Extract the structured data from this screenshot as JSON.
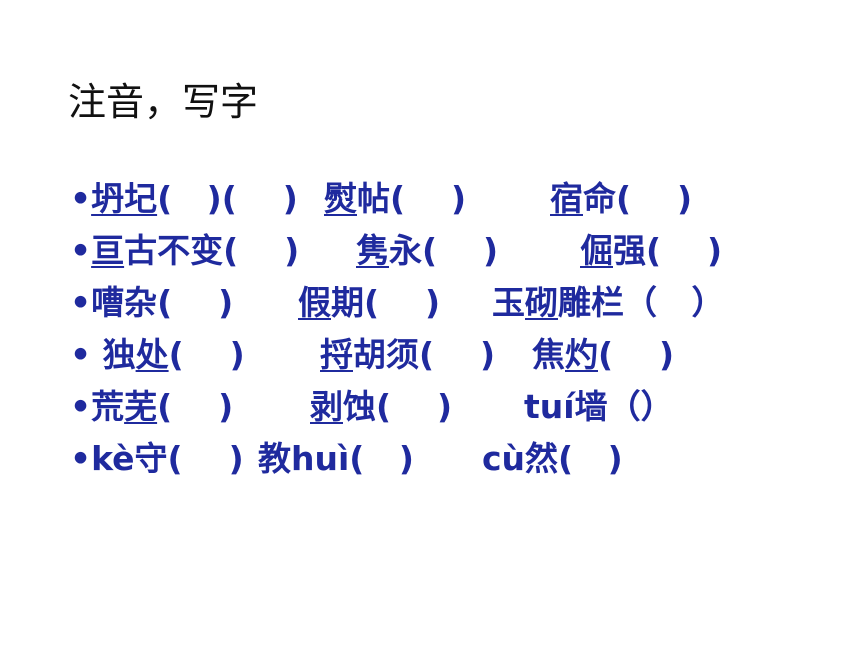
{
  "title": "注音，写字",
  "lines": [
    [
      {
        "parts": [
          {
            "t": "•",
            "u": false
          },
          {
            "t": "坍圮",
            "u": true
          },
          {
            "t": "(   )(    )",
            "u": false
          }
        ]
      },
      {
        "parts": [
          {
            "t": "熨",
            "u": true
          },
          {
            "t": "帖(    )",
            "u": false
          }
        ]
      },
      {
        "parts": [
          {
            "t": "宿",
            "u": true
          },
          {
            "t": "命(    )",
            "u": false
          }
        ]
      }
    ],
    [
      {
        "parts": [
          {
            "t": "•",
            "u": false
          },
          {
            "t": "亘",
            "u": true
          },
          {
            "t": "古不变(    )",
            "u": false
          }
        ]
      },
      {
        "parts": [
          {
            "t": "隽",
            "u": true
          },
          {
            "t": "永(    )",
            "u": false
          }
        ]
      },
      {
        "parts": [
          {
            "t": "倔",
            "u": true
          },
          {
            "t": "强(    )",
            "u": false
          }
        ]
      }
    ],
    [
      {
        "parts": [
          {
            "t": "•嘈杂(    )",
            "u": false
          }
        ]
      },
      {
        "parts": [
          {
            "t": "假",
            "u": true
          },
          {
            "t": "期(    )",
            "u": false
          }
        ]
      },
      {
        "parts": [
          {
            "t": "玉",
            "u": false
          },
          {
            "t": "砌",
            "u": true
          },
          {
            "t": "雕栏（   ）",
            "u": false
          }
        ]
      }
    ],
    [
      {
        "parts": [
          {
            "t": "• 独",
            "u": false
          },
          {
            "t": "处",
            "u": true
          },
          {
            "t": "(    )",
            "u": false
          }
        ]
      },
      {
        "parts": [
          {
            "t": "捋",
            "u": true
          },
          {
            "t": "胡须(    )",
            "u": false
          }
        ]
      },
      {
        "parts": [
          {
            "t": "焦",
            "u": false
          },
          {
            "t": "灼",
            "u": true
          },
          {
            "t": "(    )",
            "u": false
          }
        ]
      }
    ],
    [
      {
        "parts": [
          {
            "t": "•荒",
            "u": false
          },
          {
            "t": "芜",
            "u": true
          },
          {
            "t": "(    )",
            "u": false
          }
        ]
      },
      {
        "parts": [
          {
            "t": "剥",
            "u": true
          },
          {
            "t": "蚀(    )",
            "u": false
          }
        ]
      },
      {
        "parts": [
          {
            "t": "tuí墙（）",
            "u": false
          }
        ]
      }
    ],
    [
      {
        "parts": [
          {
            "t": "•kè守(    )",
            "u": false
          }
        ]
      },
      {
        "parts": [
          {
            "t": "教huì(   )",
            "u": false
          }
        ]
      },
      {
        "parts": [
          {
            "t": "cù然(   )",
            "u": false
          }
        ]
      }
    ]
  ]
}
